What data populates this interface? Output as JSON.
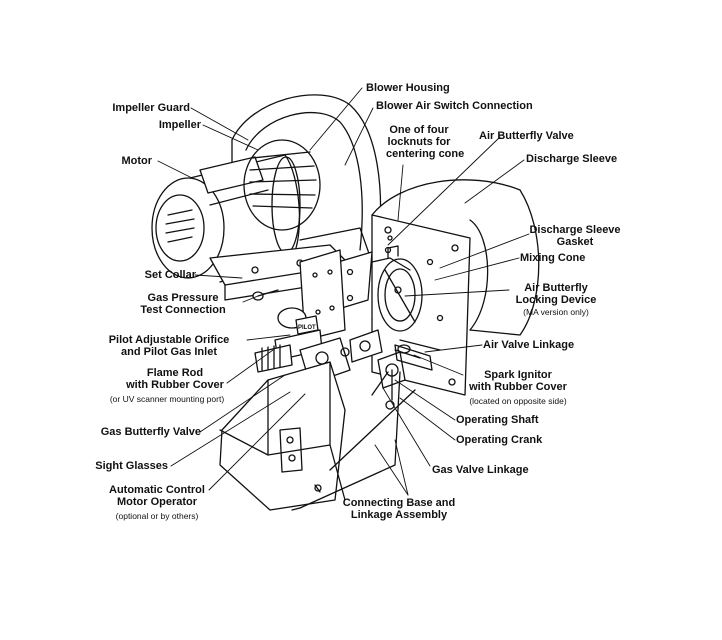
{
  "labels": {
    "blower_housing": "Blower Housing",
    "blower_air_switch": "Blower Air Switch Connection",
    "impeller_guard": "Impeller Guard",
    "impeller": "Impeller",
    "motor": "Motor",
    "locknuts": [
      "One of four",
      "locknuts for",
      "centering cone"
    ],
    "air_butterfly_valve": "Air Butterfly Valve",
    "discharge_sleeve": "Discharge Sleeve",
    "discharge_sleeve_gasket": [
      "Discharge Sleeve",
      "Gasket"
    ],
    "mixing_cone": "Mixing Cone",
    "air_butterfly_locking": [
      "Air Butterfly",
      "Locking Device"
    ],
    "ma_version": "(MA version only)",
    "set_collar": "Set Collar",
    "gas_pressure_test": [
      "Gas Pressure",
      "Test Connection"
    ],
    "pilot_orifice": [
      "Pilot Adjustable Orifice",
      "and Pilot Gas Inlet"
    ],
    "air_valve_linkage": "Air Valve Linkage",
    "flame_rod": [
      "Flame Rod",
      "with Rubber Cover"
    ],
    "uv_scanner": "(or UV scanner mounting port)",
    "spark_ignitor": [
      "Spark Ignitor",
      "with Rubber Cover"
    ],
    "opposite_side": "(located on opposite side)",
    "operating_shaft": "Operating Shaft",
    "gas_butterfly_valve": "Gas Butterfly Valve",
    "operating_crank": "Operating Crank",
    "sight_glasses": "Sight Glasses",
    "gas_valve_linkage": "Gas Valve Linkage",
    "auto_control": [
      "Automatic Control",
      "Motor Operator"
    ],
    "optional": "(optional or by others)",
    "connecting_base": [
      "Connecting Base and",
      "Linkage Assembly"
    ],
    "nameplate_text": "PILOT"
  }
}
